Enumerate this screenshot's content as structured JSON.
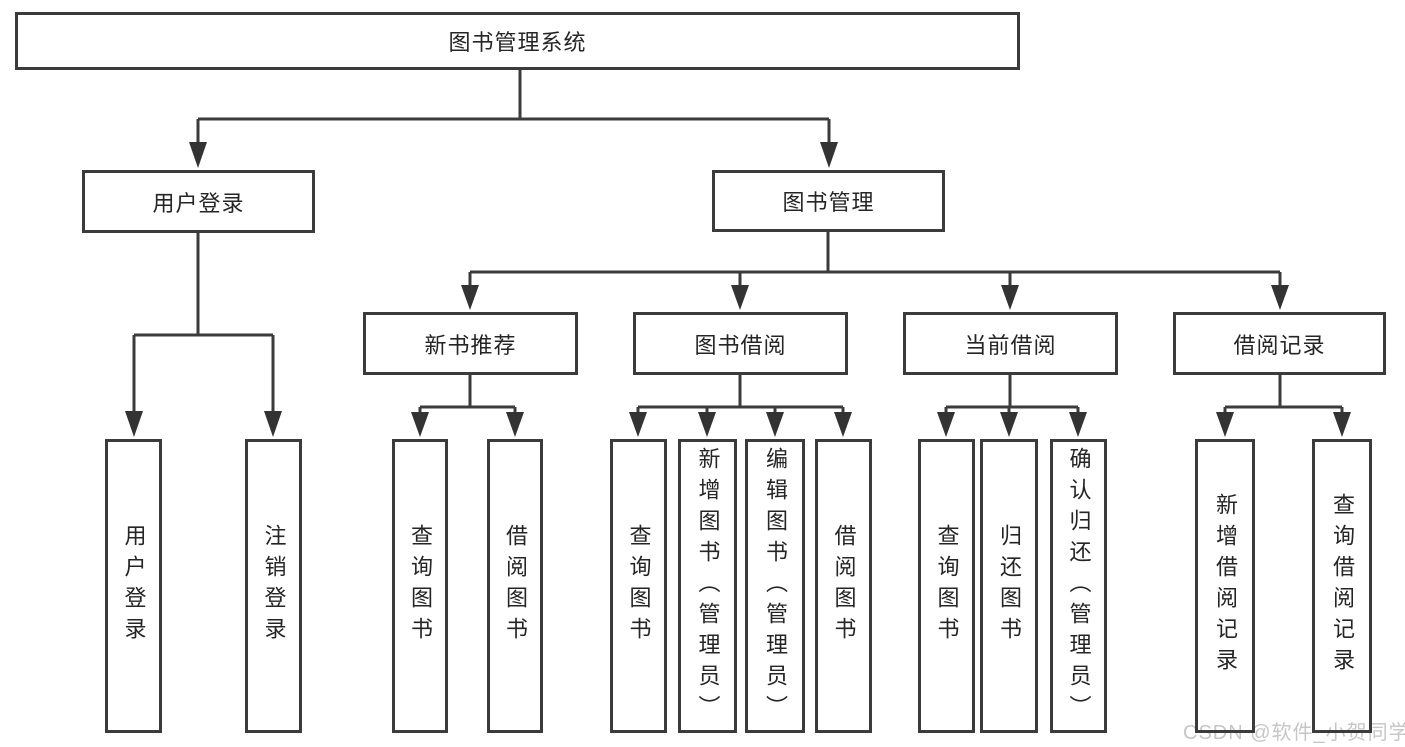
{
  "diagram": {
    "root": {
      "label": "图书管理系统"
    },
    "level2": [
      {
        "id": "user-login",
        "label": "用户登录"
      },
      {
        "id": "book-management",
        "label": "图书管理"
      }
    ],
    "level3": [
      {
        "id": "new-book-recommend",
        "label": "新书推荐"
      },
      {
        "id": "book-borrow",
        "label": "图书借阅"
      },
      {
        "id": "current-borrow",
        "label": "当前借阅"
      },
      {
        "id": "borrow-records",
        "label": "借阅记录"
      }
    ],
    "leaves": [
      {
        "id": "user-login-leaf",
        "label": "用户登录"
      },
      {
        "id": "logout-leaf",
        "label": "注销登录"
      },
      {
        "id": "query-books-recommend",
        "label": "查询图书"
      },
      {
        "id": "borrow-books-recommend",
        "label": "借阅图书"
      },
      {
        "id": "query-books-borrow",
        "label": "查询图书"
      },
      {
        "id": "add-books-admin",
        "label": "新增图书（管理员）"
      },
      {
        "id": "edit-books-admin",
        "label": "编辑图书（管理员）"
      },
      {
        "id": "borrow-books-borrow",
        "label": "借阅图书"
      },
      {
        "id": "query-books-current",
        "label": "查询图书"
      },
      {
        "id": "return-books",
        "label": "归还图书"
      },
      {
        "id": "confirm-return-admin",
        "label": "确认归还（管理员）"
      },
      {
        "id": "add-borrow-record",
        "label": "新增借阅记录"
      },
      {
        "id": "query-borrow-record",
        "label": "查询借阅记录"
      }
    ]
  },
  "watermark": {
    "text": "CSDN @软件_小贺同学"
  },
  "colors": {
    "line": "#3b3b3b",
    "arrow": "#333333",
    "text": "#252525",
    "watermark": "#c6c6c6",
    "background": "#ffffff"
  }
}
